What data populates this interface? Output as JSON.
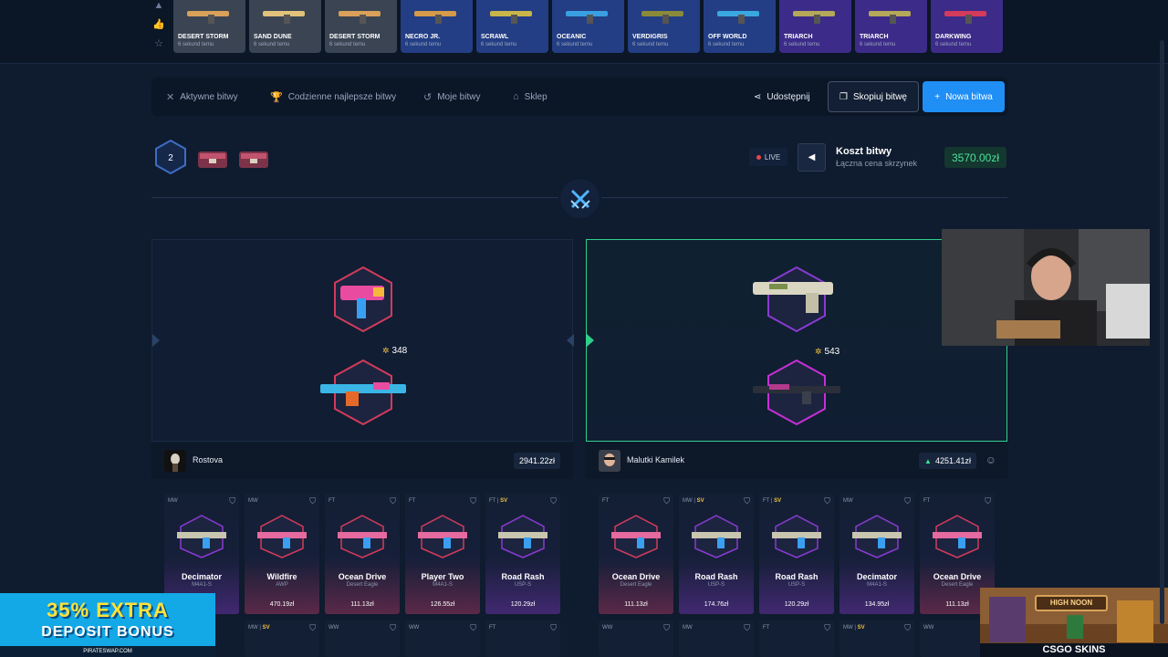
{
  "drops": [
    {
      "name": "DESERT STORM",
      "time": "6 sekund temu",
      "bg": "#3a4453"
    },
    {
      "name": "SAND DUNE",
      "time": "6 sekund temu",
      "bg": "#3a4453"
    },
    {
      "name": "DESERT STORM",
      "time": "6 sekund temu",
      "bg": "#3a4453"
    },
    {
      "name": "NECRO JR.",
      "time": "6 sekund temu",
      "bg": "#233e84"
    },
    {
      "name": "SCRAWL",
      "time": "6 sekund temu",
      "bg": "#233e84"
    },
    {
      "name": "OCEANIC",
      "time": "6 sekund temu",
      "bg": "#233e84"
    },
    {
      "name": "VERDIGRIS",
      "time": "6 sekund temu",
      "bg": "#233e84"
    },
    {
      "name": "OFF WORLD",
      "time": "6 sekund temu",
      "bg": "#233e84"
    },
    {
      "name": "TRIARCH",
      "time": "6 sekund temu",
      "bg": "#3c2b88"
    },
    {
      "name": "TRIARCH",
      "time": "6 sekund temu",
      "bg": "#3c2b88"
    },
    {
      "name": "DARKWING",
      "time": "6 sekund temu",
      "bg": "#3c2b88"
    }
  ],
  "nav": {
    "active": "Aktywne bitwy",
    "daily": "Codzienne najlepsze bitwy",
    "mine": "Moje bitwy",
    "shop": "Sklep",
    "share": "Udostępnij",
    "copy": "Skopiuj bitwę",
    "new": "Nowa bitwa"
  },
  "battle": {
    "round": "2",
    "live": "LIVE",
    "cost_title": "Koszt bitwy",
    "cost_sub": "Łączna cena skrzynek",
    "cost_value": "3570.00zł"
  },
  "players": [
    {
      "name": "Rostova",
      "total": "2941.22zł",
      "score": "348"
    },
    {
      "name": "Malutki Kamilek",
      "total": "4251.41zł",
      "score": "543"
    }
  ],
  "left_items": [
    {
      "cond": "MW",
      "sv": "",
      "name": "Decimator",
      "sub": "M4A1-S",
      "price": "",
      "color": "#8a3ad1"
    },
    {
      "cond": "MW",
      "sv": "",
      "name": "Wildfire",
      "sub": "AWP",
      "price": "470.19zł",
      "color": "#d23b5b"
    },
    {
      "cond": "FT",
      "sv": "",
      "name": "Ocean Drive",
      "sub": "Desert Eagle",
      "price": "111.13zł",
      "color": "#d23b5b"
    },
    {
      "cond": "FT",
      "sv": "",
      "name": "Player Two",
      "sub": "M4A1-S",
      "price": "126.55zł",
      "color": "#d23b5b"
    },
    {
      "cond": "FT",
      "sv": "SV",
      "name": "Road Rash",
      "sub": "USP-S",
      "price": "120.29zł",
      "color": "#8a3ad1"
    }
  ],
  "right_items": [
    {
      "cond": "FT",
      "sv": "",
      "name": "Ocean Drive",
      "sub": "Desert Eagle",
      "price": "111.13zł",
      "color": "#d23b5b"
    },
    {
      "cond": "MW",
      "sv": "SV",
      "name": "Road Rash",
      "sub": "USP-S",
      "price": "174.76zł",
      "color": "#8a3ad1"
    },
    {
      "cond": "FT",
      "sv": "SV",
      "name": "Road Rash",
      "sub": "USP-S",
      "price": "120.29zł",
      "color": "#8a3ad1"
    },
    {
      "cond": "MW",
      "sv": "",
      "name": "Decimator",
      "sub": "M4A1-S",
      "price": "134.95zł",
      "color": "#8a3ad1"
    },
    {
      "cond": "FT",
      "sv": "",
      "name": "Ocean Drive",
      "sub": "Desert Eagle",
      "price": "111.13zł",
      "color": "#d23b5b"
    }
  ],
  "left_row2": [
    {
      "cond": "MW",
      "sv": "SV"
    },
    {
      "cond": "WW",
      "sv": ""
    },
    {
      "cond": "WW",
      "sv": ""
    },
    {
      "cond": "FT",
      "sv": ""
    }
  ],
  "right_row2": [
    {
      "cond": "WW",
      "sv": ""
    },
    {
      "cond": "MW",
      "sv": ""
    },
    {
      "cond": "FT",
      "sv": ""
    },
    {
      "cond": "MW",
      "sv": "SV"
    },
    {
      "cond": "WW",
      "sv": ""
    }
  ],
  "promo": {
    "line1": "35% EXTRA",
    "line2": "DEPOSIT BONUS",
    "line3": "PIRATESWAP.COM"
  },
  "sponsor": {
    "brand": "CSGO SKINS",
    "sign": "HIGH NOON"
  }
}
